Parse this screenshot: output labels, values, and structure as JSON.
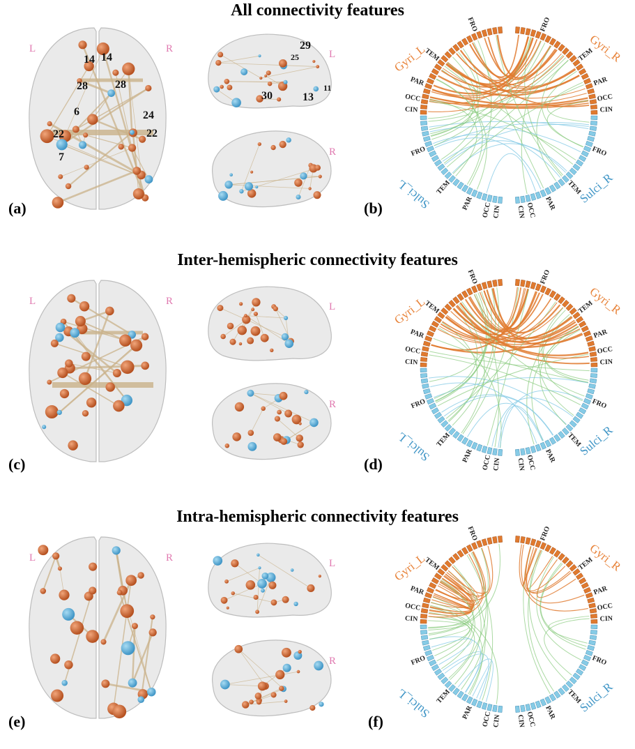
{
  "colors": {
    "gyri": "#e07a2f",
    "sulci": "#86cbe6",
    "cross": "#86c97a",
    "brain": "#d9d9d9",
    "node_orange": "#b5501f",
    "node_blue": "#3f95c6",
    "edge": "#c9b28a",
    "hemi_label": "#e07ab0"
  },
  "sections": [
    {
      "title": "All connectivity features",
      "panels": {
        "brain": "(a)",
        "chord": "(b)"
      },
      "type": "all"
    },
    {
      "title": "Inter-hemispheric connectivity features",
      "panels": {
        "brain": "(c)",
        "chord": "(d)"
      },
      "type": "inter"
    },
    {
      "title": "Intra-hemispheric connectivity features",
      "panels": {
        "brain": "(e)",
        "chord": "(f)"
      },
      "type": "intra"
    }
  ],
  "hemisphere_labels": {
    "left": "L",
    "right": "R"
  },
  "axial_numbers": [
    "14",
    "14",
    "28",
    "28",
    "6",
    "24",
    "22",
    "22",
    "7"
  ],
  "sagittal_numbers": [
    "29",
    "25",
    "11",
    "30",
    "13"
  ],
  "chord_groups": {
    "gyri_left": "Gyri_L",
    "gyri_right": "Gyri_R",
    "sulci_left": "Sulci_L",
    "sulci_right": "Sulci_R"
  },
  "lobes": [
    "FRO",
    "TEM",
    "PAR",
    "OCC",
    "CIN"
  ]
}
